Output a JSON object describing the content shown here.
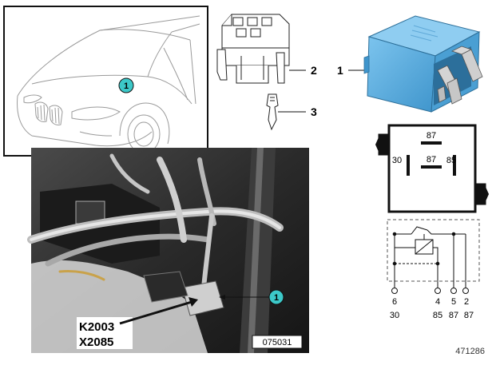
{
  "callouts": {
    "item1_top": "1",
    "item2": "2",
    "item3": "3",
    "car_badge": "1",
    "photo_badge": "1"
  },
  "photo": {
    "code_k": "K2003",
    "code_x": "X2085",
    "number": "075031"
  },
  "relay_face": {
    "pin87_top": "87",
    "pin87_mid": "87",
    "pin30": "30",
    "pin85": "85"
  },
  "schematic": {
    "pin_numbers": [
      "6",
      "4",
      "5",
      "2"
    ],
    "terminals": [
      "30",
      "85",
      "87",
      "87"
    ]
  },
  "diagram_number": "471286",
  "colors": {
    "relay_blue": "#5aaee0",
    "badge_teal": "#3cc8c8",
    "line": "#111111",
    "dash": "#555555"
  }
}
